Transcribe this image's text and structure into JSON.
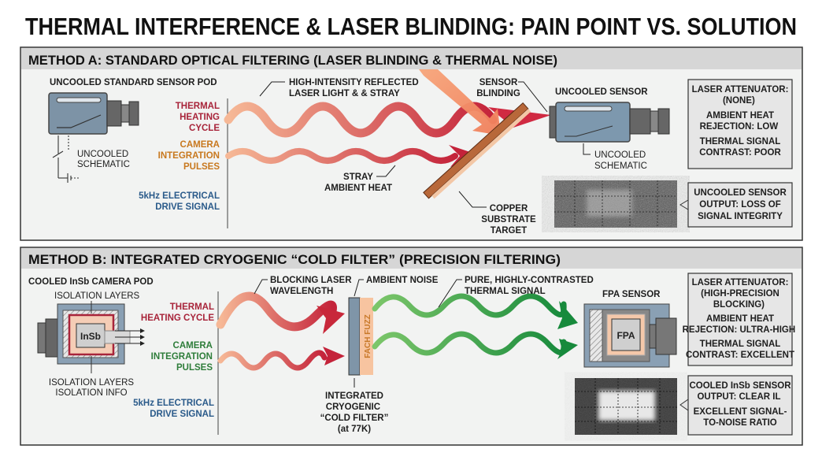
{
  "title": "THERMAL INTERFERENCE & LASER BLINDING: PAIN POINT VS. SOLUTION",
  "colors": {
    "thermal": "#a8243a",
    "integration_a": "#c8781e",
    "integration_b": "#2e7d3a",
    "drive": "#2a5a8a",
    "panel_header": "#d6d6d6",
    "panel_bg": "#f2f3f2",
    "copper": "#b8683a",
    "green_wave": "#2a9a45"
  },
  "method_a": {
    "header": "METHOD A: STANDARD OPTICAL FILTERING (LASER BLINDING & THERMAL NOISE)",
    "pod_title": "UNCOOLED STANDARD SENSOR POD",
    "pod_schematic": [
      "UNCOOLED",
      "SCHEMATIC"
    ],
    "thermal_label": [
      "THERMAL",
      "HEATING",
      "CYCLE"
    ],
    "integration_label": [
      "CAMERA",
      "INTEGRATION",
      "PULSES"
    ],
    "drive_label": [
      "5kHz ELECTRICAL",
      "DRIVE SIGNAL"
    ],
    "reflected_callout": [
      "HIGH-INTENSITY REFLECTED",
      "LASER LIGHT & & STRAY"
    ],
    "stray_callout": [
      "STRAY",
      "AMBIENT HEAT"
    ],
    "blinding_callout": [
      "SENSOR",
      "BLINDING"
    ],
    "copper_callout": [
      "COPPER",
      "SUBSTRATE",
      "TARGET"
    ],
    "sensor_title": "UNCOOLED SENSOR",
    "sensor_schematic": [
      "UNCOOLED",
      "SCHEMATIC"
    ],
    "info_box": [
      "LASER ATTENUATOR:",
      "(NONE)",
      "AMBIENT HEAT",
      "REJECTION: LOW",
      "THERMAL SIGNAL",
      "CONTRAST: POOR"
    ],
    "output_box": [
      "UNCOOLED SENSOR",
      "OUTPUT: LOSS OF",
      "SIGNAL INTEGRITY"
    ]
  },
  "method_b": {
    "header": "METHOD B: INTEGRATED CRYOGENIC “COLD FILTER” (PRECISION FILTERING)",
    "pod_title": "COOLED InSb CAMERA POD",
    "isolation_top": "ISOLATION LAYERS",
    "isolation_bottom": [
      "ISOLATION LAYERS",
      "ISOLATION INFO"
    ],
    "chip_label": "InSb",
    "thermal_label": [
      "THERMAL",
      "HEATING CYCLE"
    ],
    "integration_label": [
      "CAMERA",
      "INTEGRATION",
      "PULSES"
    ],
    "drive_label": [
      "5kHz ELECTRICAL",
      "DRIVE SIGNAL"
    ],
    "blocking_callout": [
      "BLOCKING LASER",
      "WAVELENGTH"
    ],
    "ambient_callout": "AMBIENT NOISE",
    "filter_label": "FACH FUZZ",
    "cold_filter_callout": [
      "INTEGRATED",
      "CRYOGENIC",
      "“COLD FILTER”",
      "(at 77K)"
    ],
    "pure_callout": [
      "PURE, HIGHLY-CONTRASTED",
      "THERMAL SIGNAL"
    ],
    "sensor_title": "FPA SENSOR",
    "fpa_label": "FPA",
    "info_box": [
      "LASER ATTENUATOR:",
      "(HIGH-PRECISION",
      "BLOCKING)",
      "AMBIENT HEAT",
      "REJECTION: ULTRA-HIGH",
      "THERMAL SIGNAL",
      "CONTRAST: EXCELLENT"
    ],
    "output_box": [
      "COOLED InSb SENSOR",
      "OUTPUT: CLEAR IL",
      "EXCELLENT SIGNAL-",
      "TO-NOISE RATIO"
    ]
  }
}
